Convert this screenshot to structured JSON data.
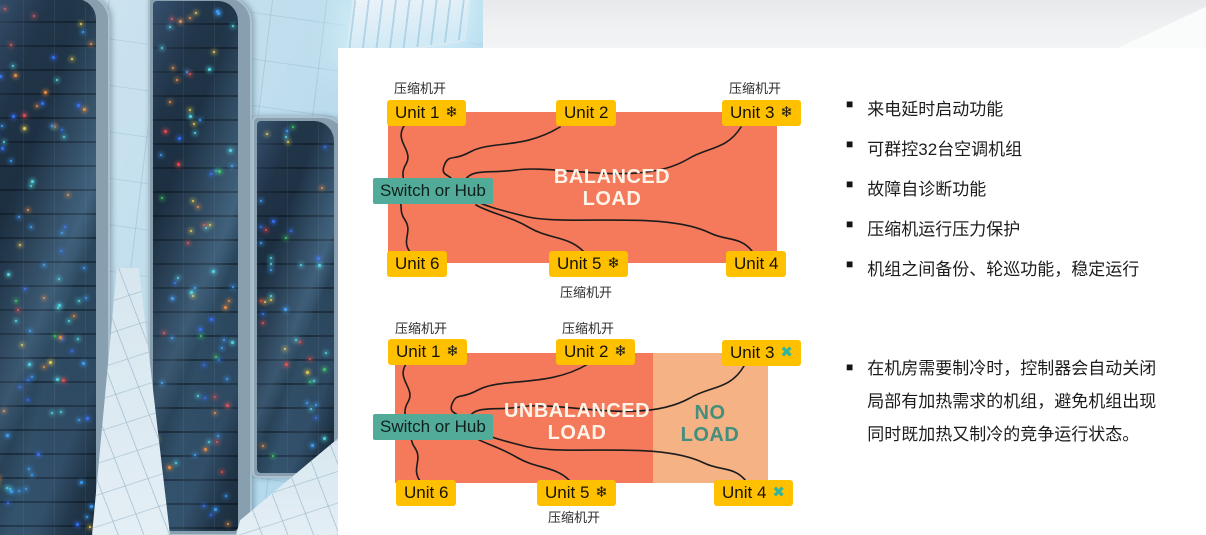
{
  "icons": {
    "snowflake": "❄",
    "cross": "✖",
    "bullet": "■"
  },
  "colors": {
    "unit_label_bg": "#ffc000",
    "hub_label_bg": "#52ab99",
    "load_area_bg": "#f5795b",
    "no_load_area_bg": "#f5b284",
    "no_load_text": "#438e7d",
    "load_text": "#fcf4e8",
    "cross_icon": "#2fb5a0",
    "connection_line": "#1c1c1c",
    "body_text": "#1c1c1c"
  },
  "diagram_balanced": {
    "load_label": [
      "BALANCED",
      "LOAD"
    ],
    "hub_label": "Switch or Hub",
    "compressor_caption": "压缩机开",
    "units": {
      "u1": "Unit 1",
      "u2": "Unit 2",
      "u3": "Unit 3",
      "u4": "Unit 4",
      "u5": "Unit 5",
      "u6": "Unit 6"
    },
    "unit_status": {
      "u1": "cooling",
      "u2": "idle",
      "u3": "cooling",
      "u4": "idle",
      "u5": "cooling",
      "u6": "idle"
    }
  },
  "diagram_unbalanced": {
    "load_label": [
      "UNBALANCED",
      "LOAD"
    ],
    "no_load_label": [
      "NO",
      "LOAD"
    ],
    "hub_label": "Switch or Hub",
    "compressor_caption": "压缩机开",
    "units": {
      "u1": "Unit 1",
      "u2": "Unit 2",
      "u3": "Unit 3",
      "u4": "Unit 4",
      "u5": "Unit 5",
      "u6": "Unit 6"
    },
    "unit_status": {
      "u1": "cooling",
      "u2": "cooling",
      "u3": "off",
      "u4": "off",
      "u5": "cooling",
      "u6": "idle"
    }
  },
  "features": {
    "items": [
      "来电延时启动功能",
      "可群控32台空调机组",
      "故障自诊断功能",
      "压缩机运行压力保护",
      "机组之间备份、轮巡功能，稳定运行"
    ]
  },
  "note": {
    "text": "在机房需要制冷时，控制器会自动关闭局部有加热需求的机组，避免机组出现同时既加热又制冷的竞争运行状态。"
  }
}
